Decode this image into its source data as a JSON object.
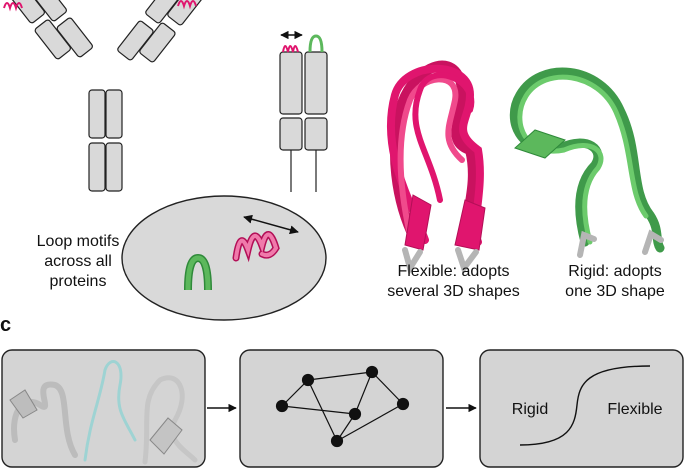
{
  "panel_c": {
    "letter": "c"
  },
  "labels": {
    "loop_motifs": [
      "Loop motifs",
      "across all",
      "proteins"
    ],
    "flexible": [
      "Flexible: adopts",
      "several 3D shapes"
    ],
    "rigid": [
      "Rigid: adopts",
      "one 3D shape"
    ],
    "curve_left": "Rigid",
    "curve_right": "Flexible"
  },
  "colors": {
    "flexible": "#e0156e",
    "flexible_light": "#f07aab",
    "rigid": "#5cb85c",
    "rigid_light": "#8fd08f",
    "domain_fill": "#d9d9d9",
    "panel_fill": "#d4d4d4",
    "outline": "#222222",
    "highlight": "#7fc7c7"
  },
  "icons": {
    "double_arrow": "double-headed-arrow-icon",
    "process_arrow": "right-arrow-icon"
  }
}
